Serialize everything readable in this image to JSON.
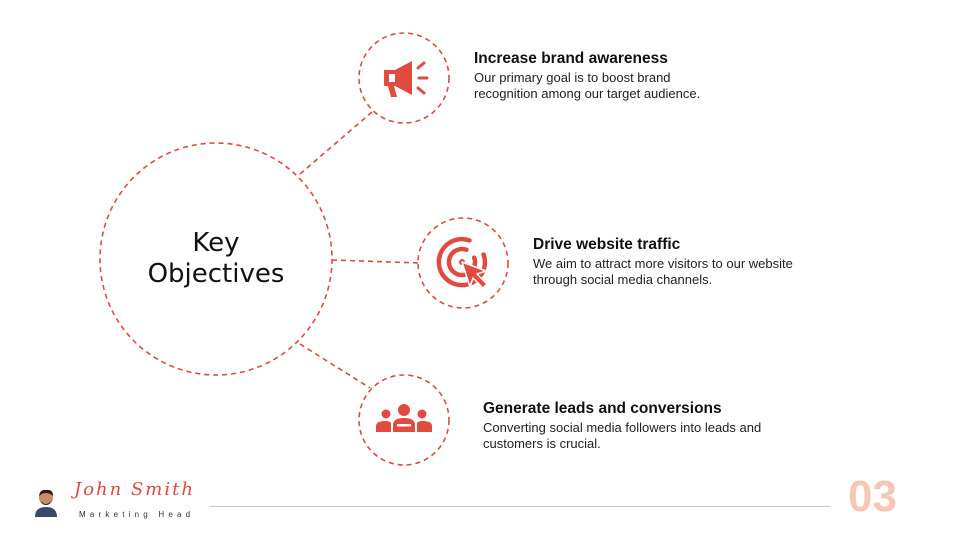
{
  "center": {
    "line1": "Key",
    "line2": "Objectives"
  },
  "objectives": [
    {
      "title": "Increase brand awareness",
      "desc_line1": "Our primary goal is to boost brand",
      "desc_line2": "recognition among our target audience.",
      "icon": "megaphone-icon"
    },
    {
      "title": "Drive website traffic",
      "desc_line1": "We aim to attract more visitors to our website",
      "desc_line2": "through social media channels.",
      "icon": "target-click-icon"
    },
    {
      "title": "Generate leads and conversions",
      "desc_line1": "Converting social media followers into leads and",
      "desc_line2": "customers is crucial.",
      "icon": "people-group-icon"
    }
  ],
  "footer": {
    "name": "John Smith",
    "role": "Marketing Head",
    "page_number": "03"
  },
  "colors": {
    "accent": "#e04a3f",
    "page_number": "#f7c6b4",
    "text": "#111111"
  }
}
